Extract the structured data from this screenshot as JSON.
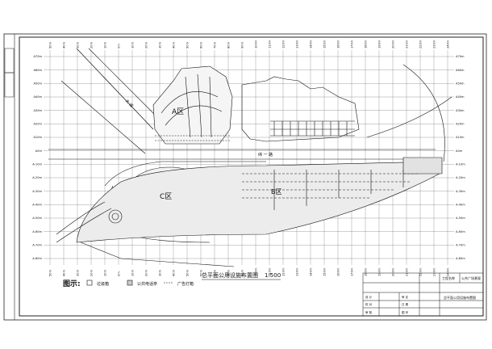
{
  "drawing": {
    "title_main": "总平面公用设施布置图",
    "scale": "1:500",
    "zones": {
      "a": "A区",
      "b": "B区",
      "c": "C区"
    },
    "road_main": "纬 一 路",
    "road_diag": "大 道",
    "legend": {
      "heading": "图示:",
      "items": [
        {
          "label": "垃圾箱",
          "icon": "square-icon"
        },
        {
          "label": "公共电话亭",
          "icon": "square-marker-icon"
        },
        {
          "label": "广告灯箱",
          "icon": "dashed-line-icon"
        }
      ]
    },
    "grid": {
      "top_labels": [
        "50m",
        "40m",
        "30m",
        "20m",
        "10m",
        "0m",
        "10m",
        "20m",
        "30m",
        "40m",
        "50m",
        "60m",
        "70m",
        "80m",
        "90m",
        "100m",
        "110m",
        "120m",
        "130m",
        "140m",
        "150m",
        "160m",
        "170m",
        "180m",
        "190m",
        "200m",
        "210m",
        "220m",
        "230m",
        "240m"
      ],
      "left_labels": [
        "A70m",
        "A60m",
        "A50m",
        "A40m",
        "A30m",
        "A20m",
        "A10m",
        "A0m",
        "A-10m",
        "A-20m",
        "A-30m",
        "A-40m",
        "A-50m",
        "A-60m",
        "A-70m",
        "A-80m"
      ]
    },
    "title_block": {
      "company_rows": [
        "工程名称",
        "公共广场景观"
      ],
      "drawing_name": "总平面公用设施布置图",
      "fields": [
        "设 计",
        "校 对",
        "审 核",
        "审 定",
        "日 期",
        "图 号"
      ]
    }
  }
}
